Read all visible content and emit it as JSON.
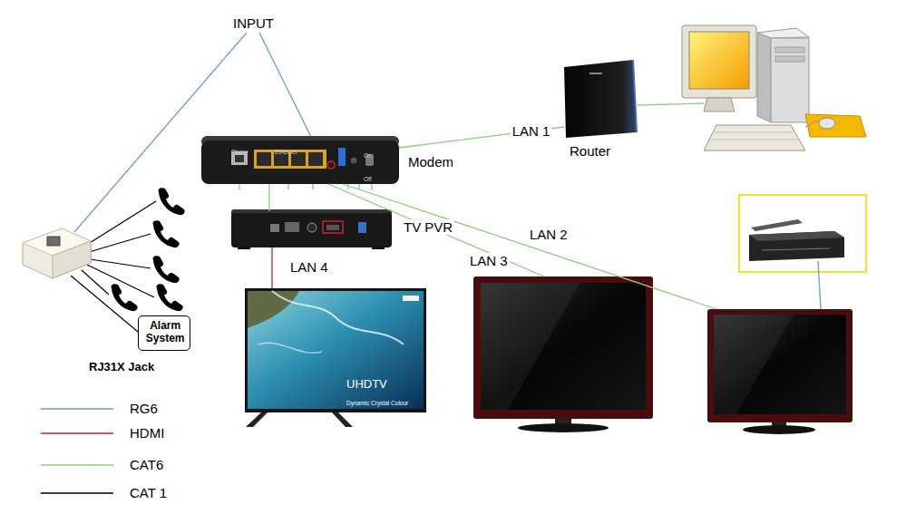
{
  "diagram": {
    "nodes": [
      {
        "text": [
          "Modem"
        ]
      },
      {
        "text": [
          "Router"
        ]
      },
      {
        "text": [
          "TV PVR"
        ]
      },
      {
        "text": [
          "UHDTV",
          "Dynamic Crystal Colour"
        ]
      },
      {
        "text": [
          "Alarm System"
        ]
      }
    ],
    "edges": [
      {
        "from": 0,
        "to": 1,
        "arrow": "none",
        "label": "LAN 1"
      },
      {
        "from": 0,
        "to": 2,
        "arrow": "none"
      },
      {
        "from": 2,
        "to": 3,
        "arrow": "none"
      }
    ],
    "labels": [
      "INPUT",
      "LAN 4",
      "LAN 3",
      "LAN 2",
      "RJ31X Jack",
      "Phone",
      "Ethernet",
      "On",
      "Off"
    ],
    "legend": [
      {
        "text": "RG6"
      },
      {
        "text": "HDMI"
      },
      {
        "text": "CAT6"
      },
      {
        "text": "CAT 1"
      }
    ]
  }
}
